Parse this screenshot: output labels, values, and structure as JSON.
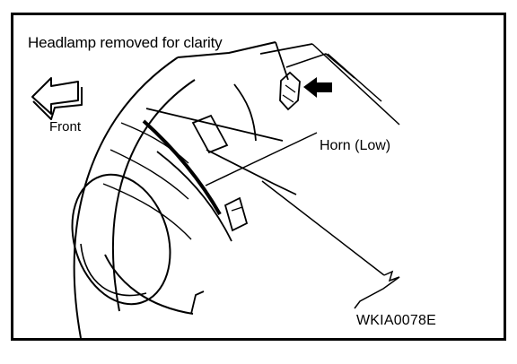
{
  "figure": {
    "caption": "Headlamp removed for clarity",
    "labels": {
      "front": "Front",
      "horn": "Horn (Low)"
    },
    "code": "WKIA0078E",
    "icons": [
      "front-direction-arrow-icon",
      "pointer-arrow-icon"
    ],
    "colors": {
      "line": "#000000",
      "background": "#ffffff"
    }
  }
}
